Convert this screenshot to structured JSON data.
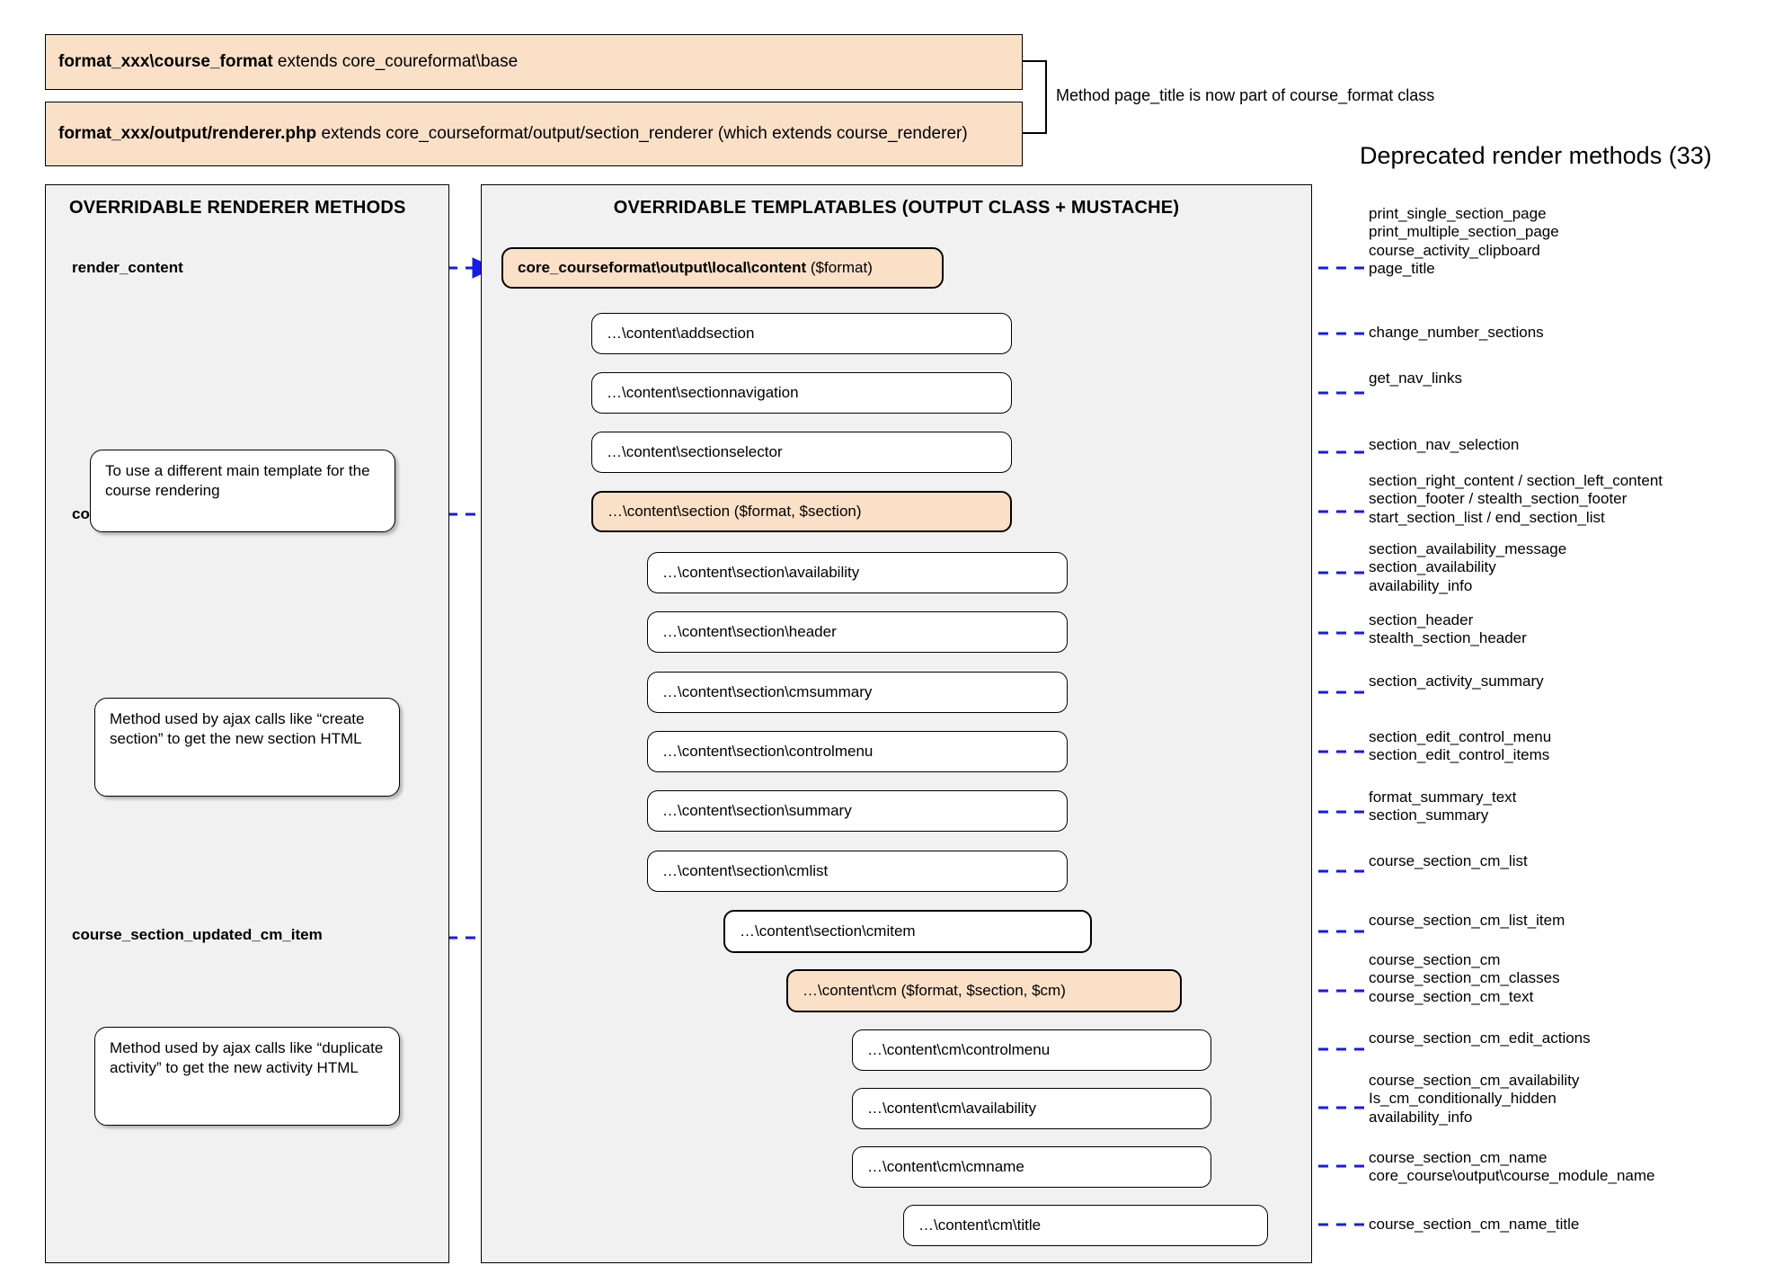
{
  "header_boxes": [
    {
      "id": "course-format-class",
      "bold": "format_xxx\\course_format",
      "rest": " extends core_coureformat\\base"
    },
    {
      "id": "renderer-php",
      "bold": "format_xxx/output/renderer.php",
      "rest": " extends core_courseformat/output/section_renderer (which extends course_renderer)"
    }
  ],
  "header_note": "Method page_title is now part of course_format class",
  "deprecated": {
    "title": "Deprecated render methods (33)",
    "groups": [
      {
        "lines": [
          "print_single_section_page",
          "print_multiple_section_page",
          "course_activity_clipboard",
          "page_title"
        ]
      },
      {
        "lines": [
          "change_number_sections"
        ]
      },
      {
        "lines": [
          "get_nav_links"
        ]
      },
      {
        "lines": [
          "section_nav_selection"
        ]
      },
      {
        "lines": [
          "section_right_content / section_left_content",
          "section_footer / stealth_section_footer",
          "start_section_list / end_section_list"
        ]
      },
      {
        "lines": [
          "section_availability_message",
          "section_availability",
          "availability_info"
        ]
      },
      {
        "lines": [
          "section_header",
          "stealth_section_header"
        ]
      },
      {
        "lines": [
          "section_activity_summary"
        ]
      },
      {
        "lines": [
          "section_edit_control_menu",
          "section_edit_control_items"
        ]
      },
      {
        "lines": [
          "format_summary_text",
          "section_summary"
        ]
      },
      {
        "lines": [
          "course_section_cm_list"
        ]
      },
      {
        "lines": [
          "course_section_cm_list_item"
        ]
      },
      {
        "lines": [
          "course_section_cm",
          "course_section_cm_classes",
          "course_section_cm_text"
        ]
      },
      {
        "lines": [
          "course_section_cm_edit_actions"
        ]
      },
      {
        "lines": [
          "course_section_cm_availability",
          "Is_cm_conditionally_hidden",
          "availability_info"
        ]
      },
      {
        "lines": [
          "course_section_cm_name",
          "core_course\\output\\course_module_name"
        ]
      },
      {
        "lines": [
          "course_section_cm_name_title"
        ]
      }
    ]
  },
  "left_panel": {
    "title": "OVERRIDABLE RENDERER METHODS",
    "methods": [
      {
        "label": "render_content"
      },
      {
        "label": "course_section_updated"
      },
      {
        "label": "course_section_updated_cm_item"
      }
    ],
    "callouts": [
      {
        "text": "To use a different main template for the course rendering"
      },
      {
        "text": "Method used by ajax calls like “create section” to get the new section HTML"
      },
      {
        "text": "Method used by ajax calls like “duplicate activity” to get the new activity HTML"
      }
    ]
  },
  "middle_panel": {
    "title": "OVERRIDABLE TEMPLATABLES (OUTPUT CLASS + MUSTACHE)",
    "boxes": [
      {
        "bold": "core_courseformat\\output\\local\\content",
        "rest": " ($format)",
        "style": "peach"
      },
      {
        "bold": "",
        "rest": "…\\content\\addsection",
        "style": "plain"
      },
      {
        "bold": "",
        "rest": "…\\content\\sectionnavigation",
        "style": "plain"
      },
      {
        "bold": "",
        "rest": "…\\content\\sectionselector",
        "style": "plain"
      },
      {
        "bold": "",
        "rest": "…\\content\\section ($format, $section)",
        "style": "peach"
      },
      {
        "bold": "",
        "rest": "…\\content\\section\\availability",
        "style": "plain"
      },
      {
        "bold": "",
        "rest": "…\\content\\section\\header",
        "style": "plain"
      },
      {
        "bold": "",
        "rest": "…\\content\\section\\cmsummary",
        "style": "plain"
      },
      {
        "bold": "",
        "rest": "…\\content\\section\\controlmenu",
        "style": "plain"
      },
      {
        "bold": "",
        "rest": "…\\content\\section\\summary",
        "style": "plain"
      },
      {
        "bold": "",
        "rest": "…\\content\\section\\cmlist",
        "style": "plain"
      },
      {
        "bold": "",
        "rest": "…\\content\\section\\cmitem",
        "style": "thick"
      },
      {
        "bold": "",
        "rest": "…\\content\\cm ($format, $section, $cm)",
        "style": "peach"
      },
      {
        "bold": "",
        "rest": "…\\content\\cm\\controlmenu",
        "style": "plain"
      },
      {
        "bold": "",
        "rest": "…\\content\\cm\\availability",
        "style": "plain"
      },
      {
        "bold": "",
        "rest": "…\\content\\cm\\cmname",
        "style": "plain"
      },
      {
        "bold": "",
        "rest": "…\\content\\cm\\title",
        "style": "plain"
      }
    ]
  },
  "colors": {
    "peach": "#fbe0c8",
    "panel": "#f1f1f1",
    "wire": "#1a1ae6",
    "stroke": "#000000"
  }
}
